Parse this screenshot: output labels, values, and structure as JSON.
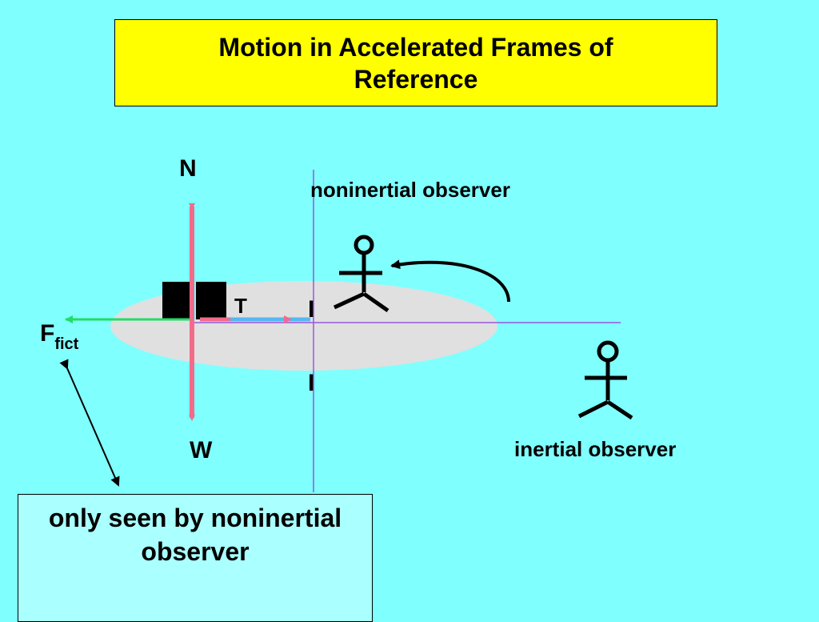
{
  "title": "Motion in Accelerated Frames of Reference",
  "labels": {
    "normal": "N",
    "weight": "W",
    "tension": "T",
    "fictitious_main": "F",
    "fictitious_sub": "fict",
    "axis_top": "I",
    "axis_bottom": "I",
    "noninertial": "noninertial observer",
    "inertial": "inertial observer"
  },
  "note": "only seen by noninertial observer",
  "colors": {
    "background": "#80ffff",
    "title_bg": "#ffff00",
    "note_bg": "#aaffff",
    "disk": "#e0e0e0",
    "axis_line": "#9955dd",
    "force_vertical": "#f26b8a",
    "force_fictitious": "#22dd66",
    "force_tension": "#55b8f0",
    "block": "#000000"
  },
  "icons": [
    "stick-figure-icon",
    "curved-arrow-icon"
  ]
}
